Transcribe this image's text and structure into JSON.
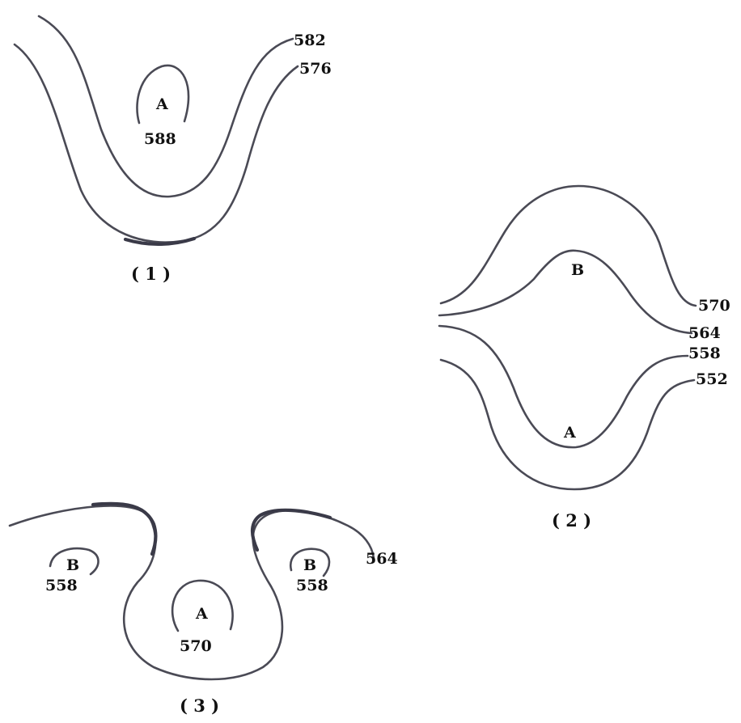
{
  "diagrams": [
    {
      "caption": "( 1 )",
      "contours": [
        "582",
        "576",
        "588"
      ],
      "points": [
        "A"
      ]
    },
    {
      "caption": "( 2 )",
      "contours": [
        "570",
        "564",
        "558",
        "552"
      ],
      "points": [
        "B",
        "A"
      ]
    },
    {
      "caption": "( 3 )",
      "contours": [
        "564",
        "558",
        "558",
        "570"
      ],
      "points": [
        "B",
        "B",
        "A"
      ]
    }
  ]
}
